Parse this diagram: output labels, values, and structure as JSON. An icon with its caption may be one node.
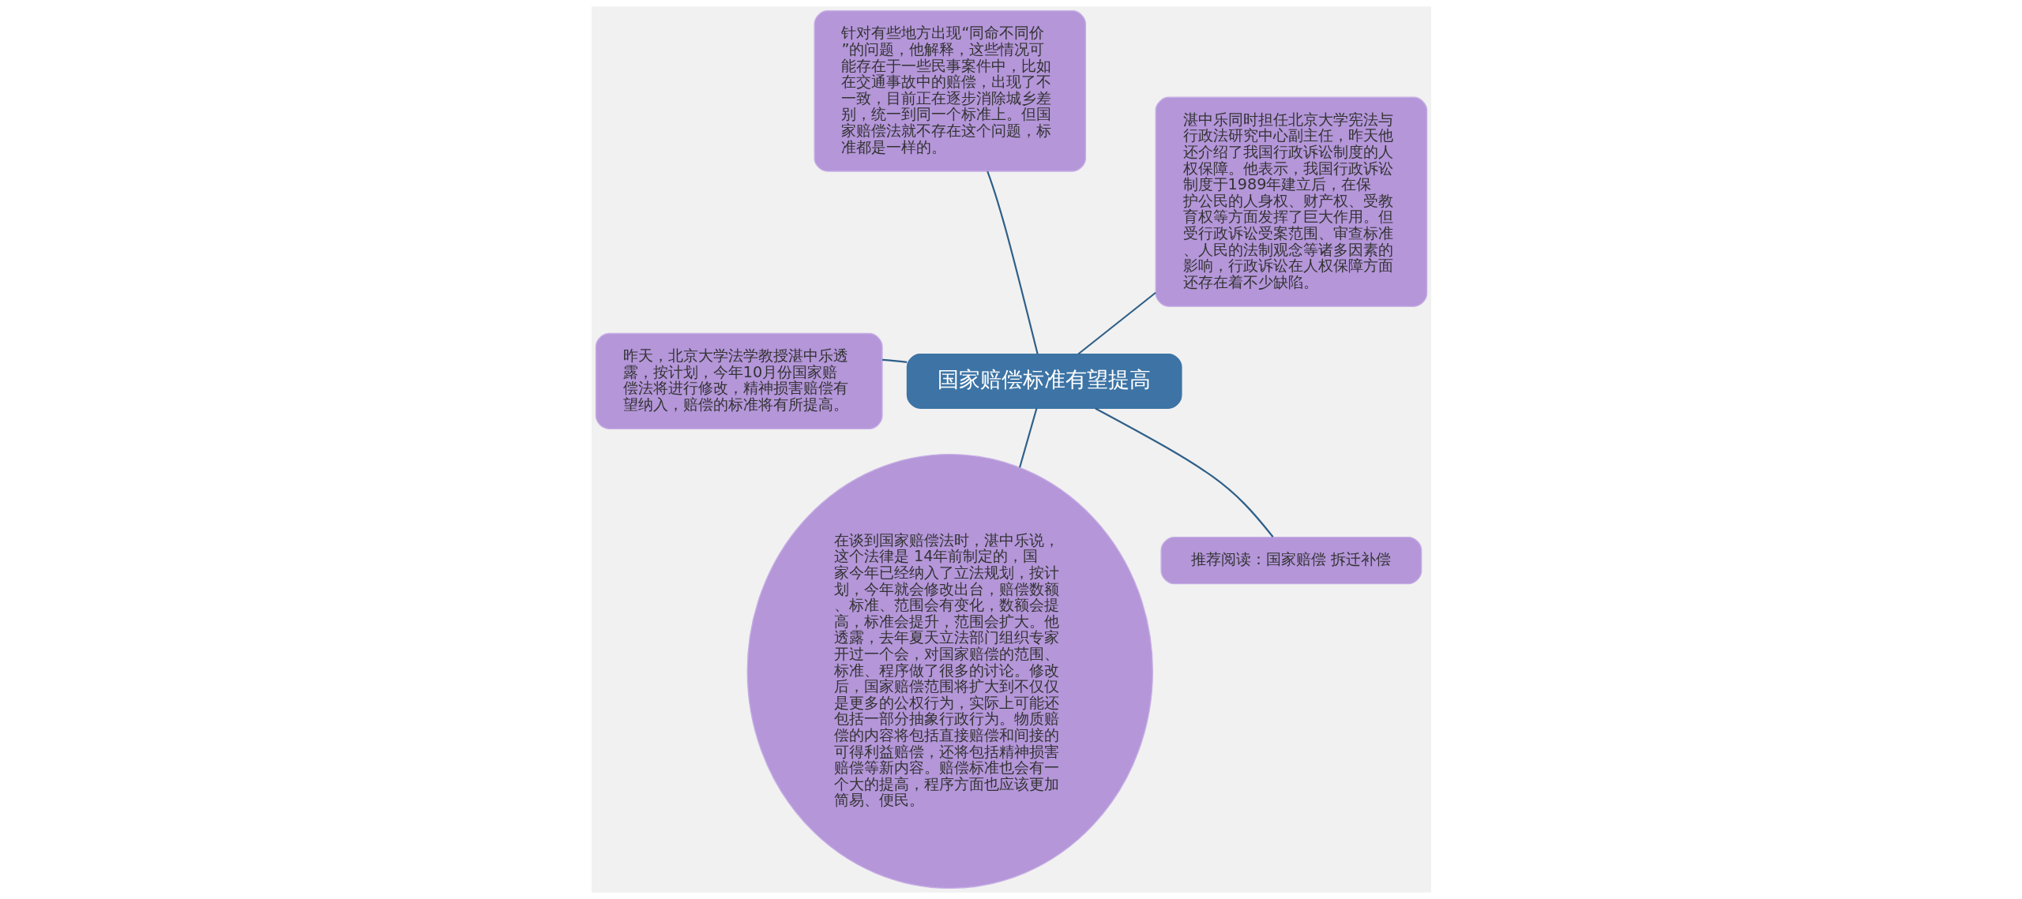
{
  "diagram": {
    "nodes": [
      {
        "text": [
          "国家赔偿标准有望提高"
        ]
      },
      {
        "text": [
          "湛中乐同时担任北京大学宪法与行政法研究中心副主任，昨天他还介绍了我国行政诉讼制度的人权保障。他表示，我国行政诉讼制度于1989年建立后，在保护公民的人身权、财产权、受教育权等方面发挥了巨大作用。但受行政诉讼受案范围、审查标准、人民的法制观念等诸多因素的影响，行政诉讼在人权保障方面还存在着不少缺陷。"
        ]
      },
      {
        "text": [
          "针对有些地方出现“同命不同价”的问题，他解释，这些情况可能存在于一些民事案件中，比如在交通事故中的赔偿，出现了不一致，目前正在逐步消除城乡差别，统一到同一个标准上。但国家赔偿法就不存在这个问题，标准都是一样的。"
        ]
      },
      {
        "text": [
          "昨天，北京大学法学教授湛中乐透露，按计划，今年10月份国家赔偿法将进行修改，精神损害赔偿有望纳入，赔偿的标准将有所提高。"
        ]
      },
      {
        "text": [
          "在谈到国家赔偿法时，湛中乐说，这个法律是 14年前制定的，国家今年已经纳入了立法规划，按计划，今年就会修改出台，赔偿数额、标准、范围会有变化，数额会提高，标准会提升，范围会扩大。他透露，去年夏天立法部门组织专家开过一个会，对国家赔偿的范围、标准、程序做了很多的讨论。修改后，国家赔偿范围将扩大到不仅仅是更多的公权行为，实际上可能还包括一部分抽象行政行为。物质赔偿的内容将包括直接赔偿和间接的可得利益赔偿，还将包括精神损害赔偿等新内容。赔偿标准也会有一个大的提高，程序方面也应该更加简易、便民。"
        ]
      },
      {
        "text": [
          "推荐阅读：国家赔偿 拆迁补偿"
        ]
      }
    ],
    "edges": [
      {
        "from": 0,
        "to": 1,
        "arrow": "none"
      },
      {
        "from": 0,
        "to": 2,
        "arrow": "none"
      },
      {
        "from": 0,
        "to": 3,
        "arrow": "none"
      },
      {
        "from": 0,
        "to": 4,
        "arrow": "none"
      },
      {
        "from": 0,
        "to": 5,
        "arrow": "none"
      }
    ]
  }
}
